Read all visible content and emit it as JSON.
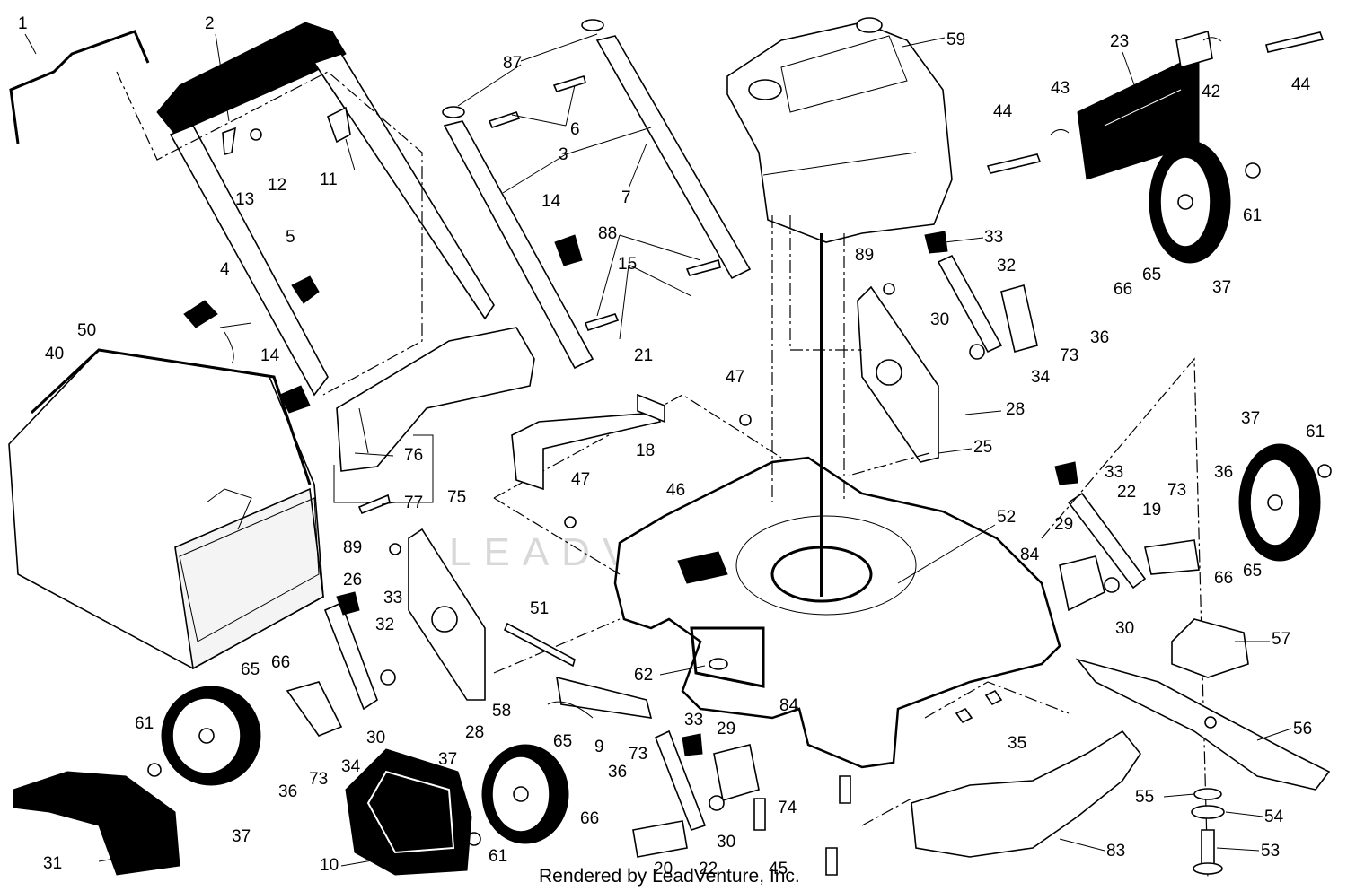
{
  "watermark": "LEADVENTURE",
  "credit": "Rendered by LeadVenture, Inc.",
  "labels": {
    "l1": "1",
    "l2": "2",
    "l3": "3",
    "l4": "4",
    "l5": "5",
    "l6": "6",
    "l7": "7",
    "l9": "9",
    "l10": "10",
    "l11": "11",
    "l12": "12",
    "l13": "13",
    "l14a": "14",
    "l14b": "14",
    "l15": "15",
    "l18": "18",
    "l19": "19",
    "l20": "20",
    "l21": "21",
    "l22a": "22",
    "l22b": "22",
    "l23": "23",
    "l25": "25",
    "l26": "26",
    "l28a": "28",
    "l28b": "28",
    "l29a": "29",
    "l29b": "29",
    "l30a": "30",
    "l30b": "30",
    "l30c": "30",
    "l30d": "30",
    "l31": "31",
    "l32a": "32",
    "l32b": "32",
    "l33a": "33",
    "l33b": "33",
    "l33c": "33",
    "l33d": "33",
    "l34a": "34",
    "l34b": "34",
    "l35": "35",
    "l36a": "36",
    "l36b": "36",
    "l36c": "36",
    "l36d": "36",
    "l37a": "37",
    "l37b": "37",
    "l37c": "37",
    "l37d": "37",
    "l40": "40",
    "l42": "42",
    "l43": "43",
    "l44a": "44",
    "l44b": "44",
    "l45": "45",
    "l46": "46",
    "l47a": "47",
    "l47b": "47",
    "l50": "50",
    "l51": "51",
    "l52": "52",
    "l53": "53",
    "l54": "54",
    "l55": "55",
    "l56": "56",
    "l57": "57",
    "l58": "58",
    "l59": "59",
    "l61a": "61",
    "l61b": "61",
    "l61c": "61",
    "l61d": "61",
    "l62": "62",
    "l65a": "65",
    "l65b": "65",
    "l65c": "65",
    "l65d": "65",
    "l66a": "66",
    "l66b": "66",
    "l66c": "66",
    "l66d": "66",
    "l73a": "73",
    "l73b": "73",
    "l73c": "73",
    "l73d": "73",
    "l74": "74",
    "l75": "75",
    "l76": "76",
    "l77": "77",
    "l83": "83",
    "l84a": "84",
    "l84b": "84",
    "l87": "87",
    "l88": "88",
    "l89a": "89",
    "l89b": "89"
  }
}
